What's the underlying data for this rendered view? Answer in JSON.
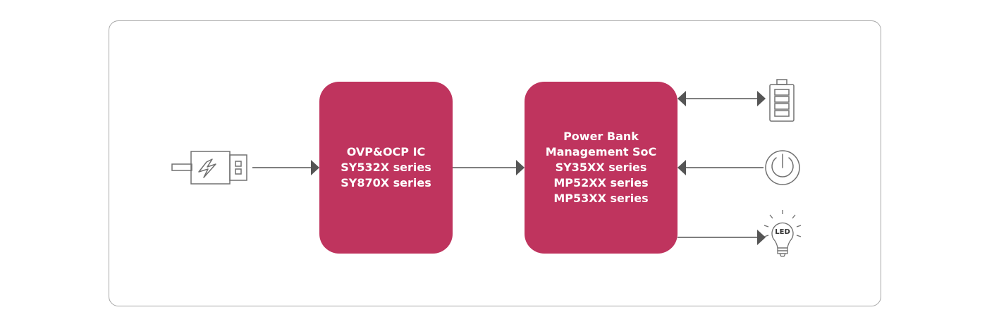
{
  "colors": {
    "block_fill": "#bf345e",
    "block_text": "#ffffff",
    "line": "#555555",
    "icon_stroke": "#707070",
    "frame_border": "#a6a6a6"
  },
  "ic_block": {
    "lines": [
      "OVP&OCP IC",
      "SY532X series",
      "SY870X series"
    ]
  },
  "soc_block": {
    "lines": [
      "Power Bank",
      "Management SoC",
      "SY35XX series",
      "MP52XX series",
      "MP53XX series"
    ]
  },
  "icons": {
    "usb": "usb-plug-icon",
    "battery": "battery-icon",
    "power": "power-button-icon",
    "led": "led-bulb-icon",
    "led_label": "LED"
  }
}
